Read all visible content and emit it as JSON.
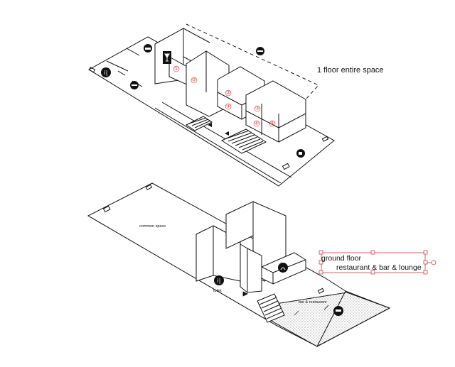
{
  "labels": {
    "upper_floor": "1 floor entire space",
    "common_space": "common space",
    "toilet": "toilet",
    "bar_restaurant": "bar & restaurant",
    "selection_line1": "ground floor",
    "selection_line2": "restaurant & bar & lounge"
  },
  "room_numbers": [
    "①",
    "②",
    "③",
    "④",
    "③",
    "④",
    "⑤"
  ],
  "icons": [
    "toilet-icon",
    "bathtub-icon",
    "wine-glass-icon",
    "shower-icon",
    "bed-icon",
    "coffee-cup-icon",
    "hot-spring-icon",
    "restaurant-icon"
  ],
  "colors": {
    "line": "#111111",
    "room_number": "#dd3333",
    "selection": "#d04040",
    "dotted_terrace": "#444444"
  }
}
